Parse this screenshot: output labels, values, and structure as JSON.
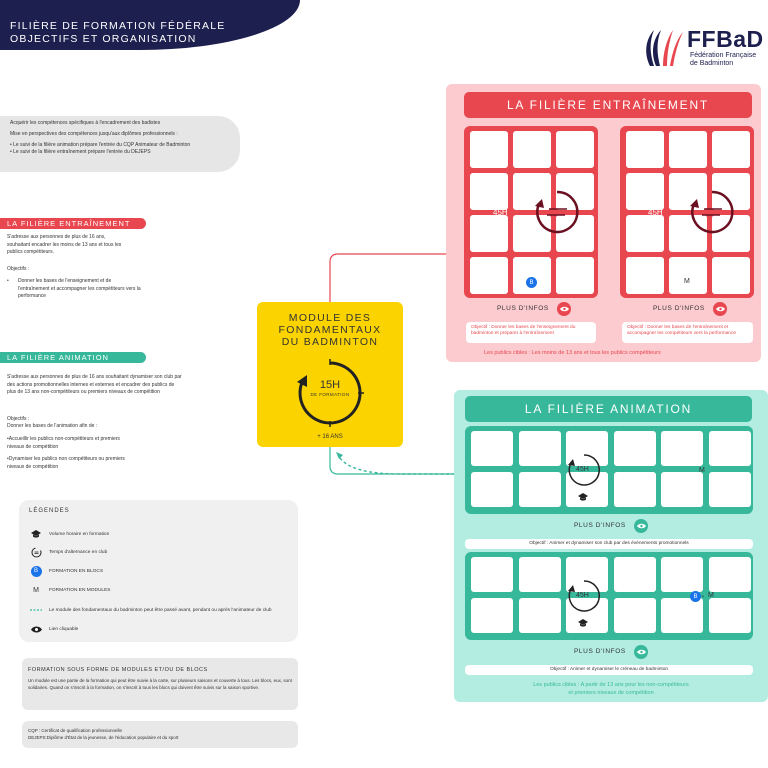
{
  "header": {
    "line1": "FILIÈRE DE FORMATION FÉDÉRALE",
    "line2": "OBJECTIFS ET ORGANISATION"
  },
  "logo": {
    "name": "FFBaD",
    "line1": "Fédération Française",
    "line2": "de Badminton",
    "colors": [
      "#1d1f4e",
      "#e8474f"
    ]
  },
  "intro": {
    "line1": "Acquérir les compétences spécifiques à l'encadrement des badistes",
    "line2": "Mise en perspectives des compétences jusqu'aux diplômes professionnels :",
    "bullet1": "• Le suivi de la filière animation prépare l'entrée du CQP Animateur de Badminton",
    "bullet2": "• Le suivi de la filière entraînement prépare l'entrée du DEJEPS"
  },
  "entrainement_side": {
    "title": "LA FILIÈRE ENTRAÎNEMENT",
    "desc": "S'adresse aux personnes de plus de 16 ans, souhaitant encadrer les moins de 13 ans et tous les publics compétiteurs.",
    "obj_label": "Objectifs :",
    "bullet": "Donner les bases de l'enseignement et de l'entraînement et accompagner les compétiteurs vers la performance"
  },
  "animation_side": {
    "title": "LA FILIÈRE ANIMATION",
    "desc": "S'adresse aux personnes de plus de 16 ans souhaitant dynamiser son club par des actions promotionnelles internes et externes et encadrer des publics de plus de 13 ans non-compétiteurs ou premiers niveaux de compétition",
    "obj_label": "Objectifs :",
    "obj_intro": "Donner les bases de l'animation afin de :",
    "bullet1": "•Accueillir les publics non-compétiteurs et premiers niveaux de compétition",
    "bullet2": "•Dynamiser les publics non compétiteurs ou premiers niveaux de compétition"
  },
  "legend": {
    "title": "LÉGENDES",
    "items": [
      {
        "icon": "graduation-cap-icon",
        "label": "Volume horaire en formation"
      },
      {
        "icon": "alternance-clock-icon",
        "label": "Temps d'alternance en club"
      },
      {
        "icon": "bloc-badge-icon",
        "badge": "B",
        "label": "FORMATION EN BLOCS"
      },
      {
        "icon": "module-badge-icon",
        "badge": "M",
        "label": "FORMATION EN MODULES"
      },
      {
        "icon": "dashed-line-icon",
        "label": "Le module des fondamentaux du badminton peut être passé avant, pendant ou après l'animateur de club"
      },
      {
        "icon": "eye-icon",
        "label": "Lien cliquable"
      }
    ]
  },
  "note1": {
    "title": "FORMATION SOUS FORME DE MODULES ET/OU DE BLOCS",
    "text": "Un module est une partie de la formation qui peut être suivie à la carte, sur plusieurs saisons et couverte à tous. Les blocs, eux, sont solidaires. Quand on s'inscrit à la formation, on s'inscrit à tous les blocs qui doivent être suivis sur la saison sportive."
  },
  "note2": {
    "line1": "CQP : Certificat de qualification professionnelle",
    "line2": "DEJEPS:Diplôme d'État de la jeunesse, de l'éducation populaire et du sport"
  },
  "module": {
    "title_l1": "MODULE DES",
    "title_l2": "FONDAMENTAUX",
    "title_l3": "DU BADMINTON",
    "hours": "15H",
    "hours_label": "DE FORMATION",
    "age": "+ 16 ANS"
  },
  "entrainement_panel": {
    "title": "LA FILIÈRE ENTRAÎNEMENT",
    "block1": {
      "hours": "45H",
      "badge": "B",
      "plus": "PLUS D'INFOS",
      "objectif": "Objectif : Donner les bases de l'enseignement du badminton et préparer à l'entraînement"
    },
    "block2": {
      "hours": "45H",
      "badge": "M",
      "plus": "PLUS D'INFOS",
      "objectif": "Objectif : Donner les bases de l'entraînement et accompagner les compétiteurs vers la performance"
    },
    "cible": "Les publics cibles : Les moins de 13 ans et tous les publics compétiteurs"
  },
  "animation_panel": {
    "title": "LA FILIÈRE ANIMATION",
    "block1": {
      "hours": "45H",
      "badge": "M",
      "plus": "PLUS D'INFOS",
      "objectif": "Objectif : Animer et dynamiser son club par des évènements promotionnels"
    },
    "block2": {
      "hours": "45H",
      "badge_b": "B",
      "badge_m": "M",
      "plus": "PLUS D'INFOS",
      "objectif": "Objectif : Animer et dynamiser le créneau de badminton"
    },
    "cible_l1": "Les publics cibles : A partir de 13 ans pour les non-compétiteurs",
    "cible_l2": "et premiers niveaux de compétition"
  },
  "colors": {
    "navy": "#1d1f4e",
    "red": "#e8474f",
    "pink": "#fccbcf",
    "teal": "#37b89b",
    "mint": "#b3ede2",
    "yellow": "#fbd400",
    "blue": "#1a73e8",
    "maroon": "#6b1020"
  }
}
